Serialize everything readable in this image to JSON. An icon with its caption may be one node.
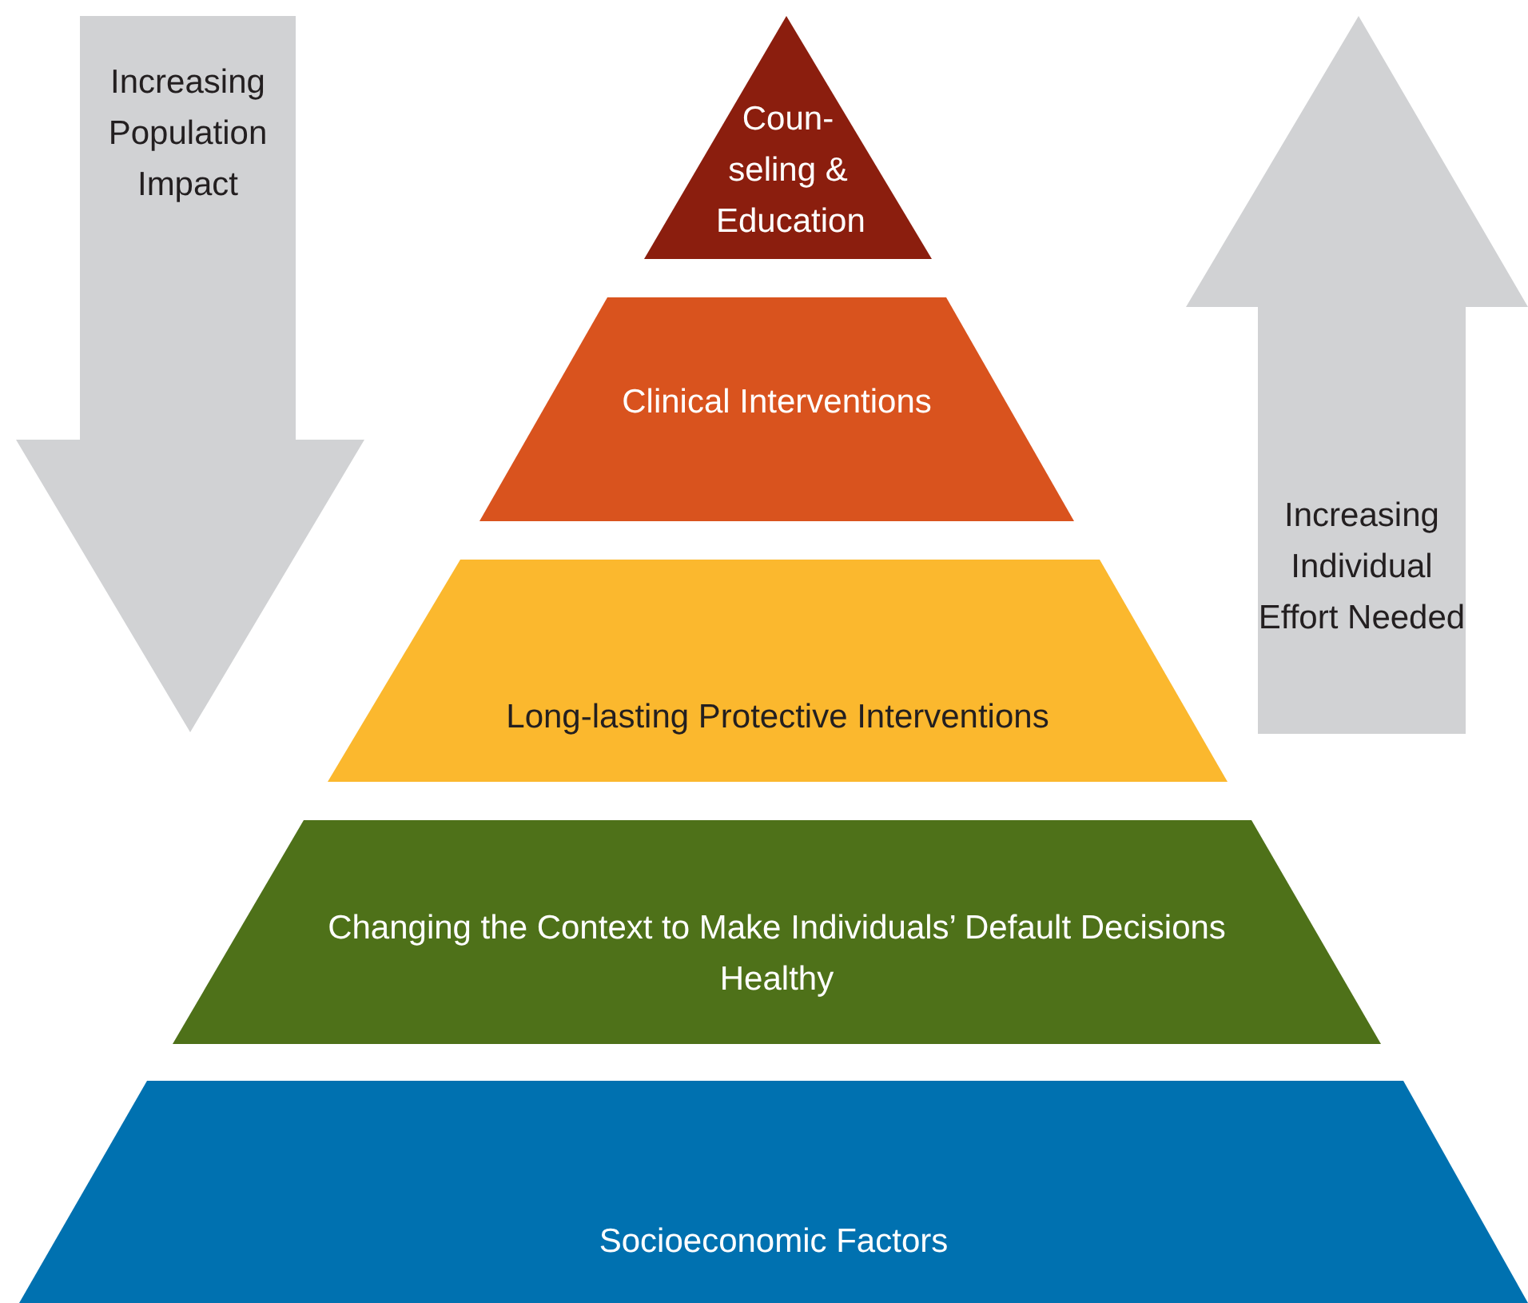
{
  "diagram": {
    "nodes": [
      {
        "text": [
          "Increasing Population Impact"
        ]
      },
      {
        "text": [
          "Coun- seling & Education"
        ]
      },
      {
        "text": [
          "Increasing Individual Effort Needed"
        ]
      },
      {
        "text": [
          "Clinical Interventions"
        ]
      },
      {
        "text": [
          "Long-lasting Protective Interventions"
        ]
      },
      {
        "text": [
          "Changing the Context to Make Individuals’ Default Decisions Healthy"
        ]
      },
      {
        "text": [
          "Socioeconomic Factors"
        ]
      }
    ]
  }
}
